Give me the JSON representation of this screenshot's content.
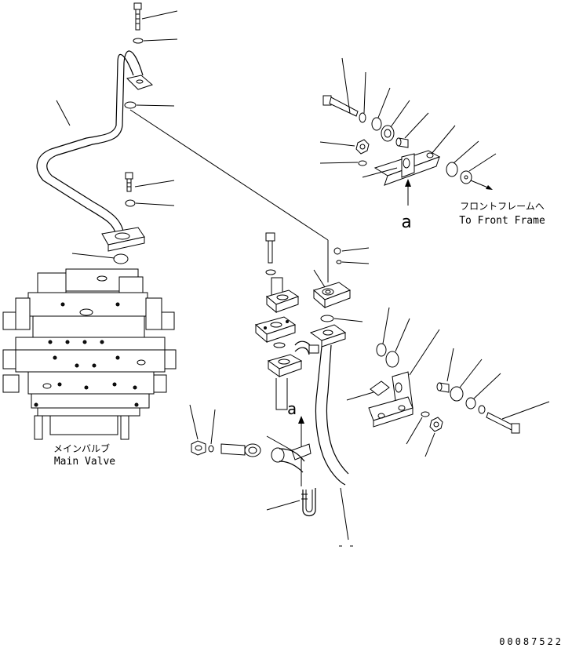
{
  "labels": {
    "front_frame_jp": "フロントフレームへ",
    "front_frame_en": "To Front Frame",
    "main_valve_jp": "メインバルブ",
    "main_valve_en": "Main Valve",
    "view_a_upper": "a",
    "view_a_lower": "a",
    "drawing_number": "00087522"
  }
}
